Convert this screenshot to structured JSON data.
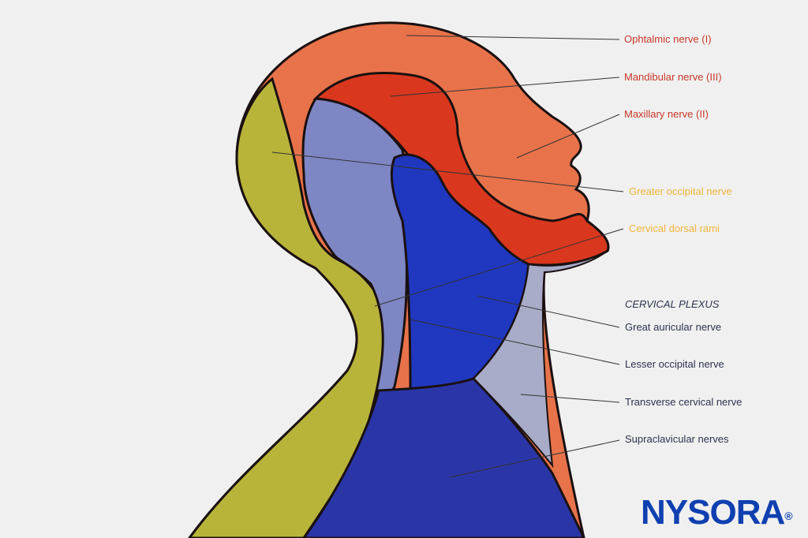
{
  "labels": {
    "ophthalmic": "Ophtalmic nerve (I)",
    "mandibular": "Mandibular nerve (III)",
    "maxillary": "Maxillary nerve (II)",
    "greater_occipital": "Greater occipital nerve",
    "cervical_dorsal_rami": "Cervical dorsal rami",
    "cervical_plexus_heading": "CERVICAL PLEXUS",
    "great_auricular": "Great auricular nerve",
    "lesser_occipital": "Lesser occipital nerve",
    "transverse_cervical": "Transverse cervical nerve",
    "supraclavicular": "Supraclavicular nerves"
  },
  "logo": {
    "text": "NYSORA",
    "mark": "®"
  },
  "colors": {
    "trigeminal_label": "#c8382a",
    "dorsal_label": "#f0b43a",
    "plexus_label": "#2e3250",
    "ophthalmic_region": "#e8734a",
    "mandibular_region": "#d9381e",
    "occipital_region": "#7e86c4",
    "dorsal_region": "#b8b43a",
    "auricular_region": "#2038c0",
    "transverse_region": "#a8acc8",
    "supraclavicular_region": "#2a36a8",
    "logo": "#1040b0"
  }
}
